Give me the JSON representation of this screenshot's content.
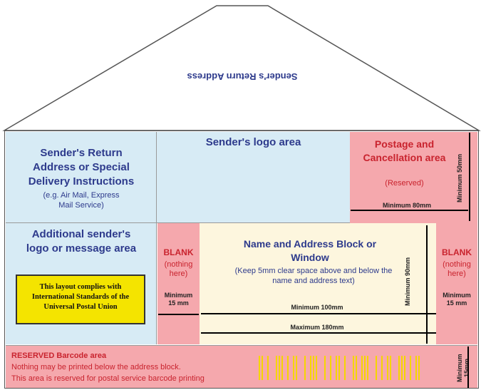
{
  "flap": {
    "label": "Sender's Return Address"
  },
  "top_left": {
    "title": "Sender's Return Address or Special Delivery Instructions",
    "examples": "(e.g. Air Mail, Express Mail Service)"
  },
  "logo_area": {
    "title": "Sender's logo area"
  },
  "postage": {
    "title": "Postage and Cancellation area",
    "reserved": "(Reserved)",
    "min_height": "Minimum 50mm",
    "min_width": "Minimum 80mm"
  },
  "additional": {
    "title": "Additional sender's logo or message area"
  },
  "compliance": {
    "text": "This layout complies with International Standards of the Universal Postal Union"
  },
  "blank_left": {
    "title": "BLANK",
    "note": "(nothing here)",
    "min": "Minimum 15 mm"
  },
  "blank_right": {
    "title": "BLANK",
    "note": "(nothing here)",
    "min": "Minimum 15 mm"
  },
  "address_block": {
    "title": "Name and Address Block or Window",
    "note": "(Keep 5mm clear space above and below the name and address text)",
    "min_height": "Minimum 90mm",
    "min_width": "Minimum 100mm",
    "max_width": "Maximum 180mm"
  },
  "barcode": {
    "title": "RESERVED Barcode area",
    "line1": "Nothing may be printed below the address block.",
    "line2": "This area is reserved for postal service barcode printing",
    "min_height": "Minimum 15mm",
    "color": "#f5d600"
  },
  "colors": {
    "blue": "#d7ebf5",
    "pink": "#f5a8ad",
    "cream": "#fdf6de",
    "navy": "#2d3a8c",
    "red": "#c9232e"
  }
}
